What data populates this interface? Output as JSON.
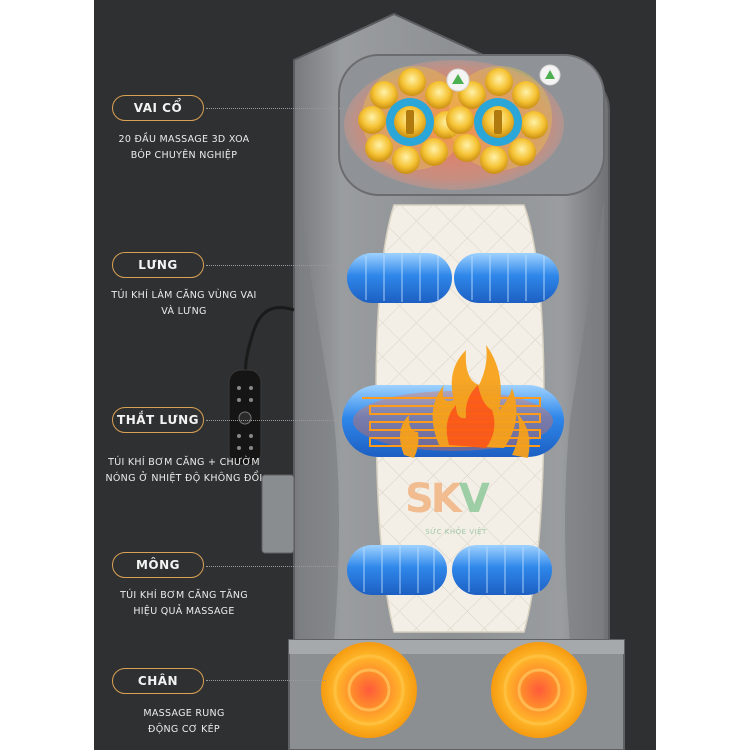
{
  "sections": [
    {
      "id": "vai-co",
      "label": "VAI CỔ",
      "desc": [
        "20 ĐẦU MASSAGE 3D XOA",
        "BÓP CHUYÊN NGHIỆP"
      ]
    },
    {
      "id": "lung",
      "label": "LƯNG",
      "desc": [
        "TÚI KHÍ LÀM CĂNG VÙNG VAI",
        "VÀ LƯNG"
      ]
    },
    {
      "id": "that-lung",
      "label": "THẮT LƯNG",
      "desc": [
        "TÚI KHÍ BƠM CĂNG + CHƯỜM",
        "NÓNG Ở NHIỆT ĐỘ KHÔNG ĐỔI"
      ]
    },
    {
      "id": "mong",
      "label": "MÔNG",
      "desc": [
        "TÚI KHÍ BƠM CĂNG TĂNG",
        "HIỆU QUẢ MASSAGE"
      ]
    },
    {
      "id": "chan",
      "label": "CHÂN",
      "desc": [
        "MASSAGE RUNG",
        "ĐỘNG CƠ KÉP"
      ]
    }
  ],
  "logo": {
    "text": "SK",
    "accent": "V",
    "tagline": "SỨC KHỎE VIỆT"
  },
  "colors": {
    "background": "#2f3031",
    "pill_border": "#d9a154",
    "mat": "#8d9094",
    "airbag": "#3f8fe6",
    "heat": "#f4a11e"
  }
}
